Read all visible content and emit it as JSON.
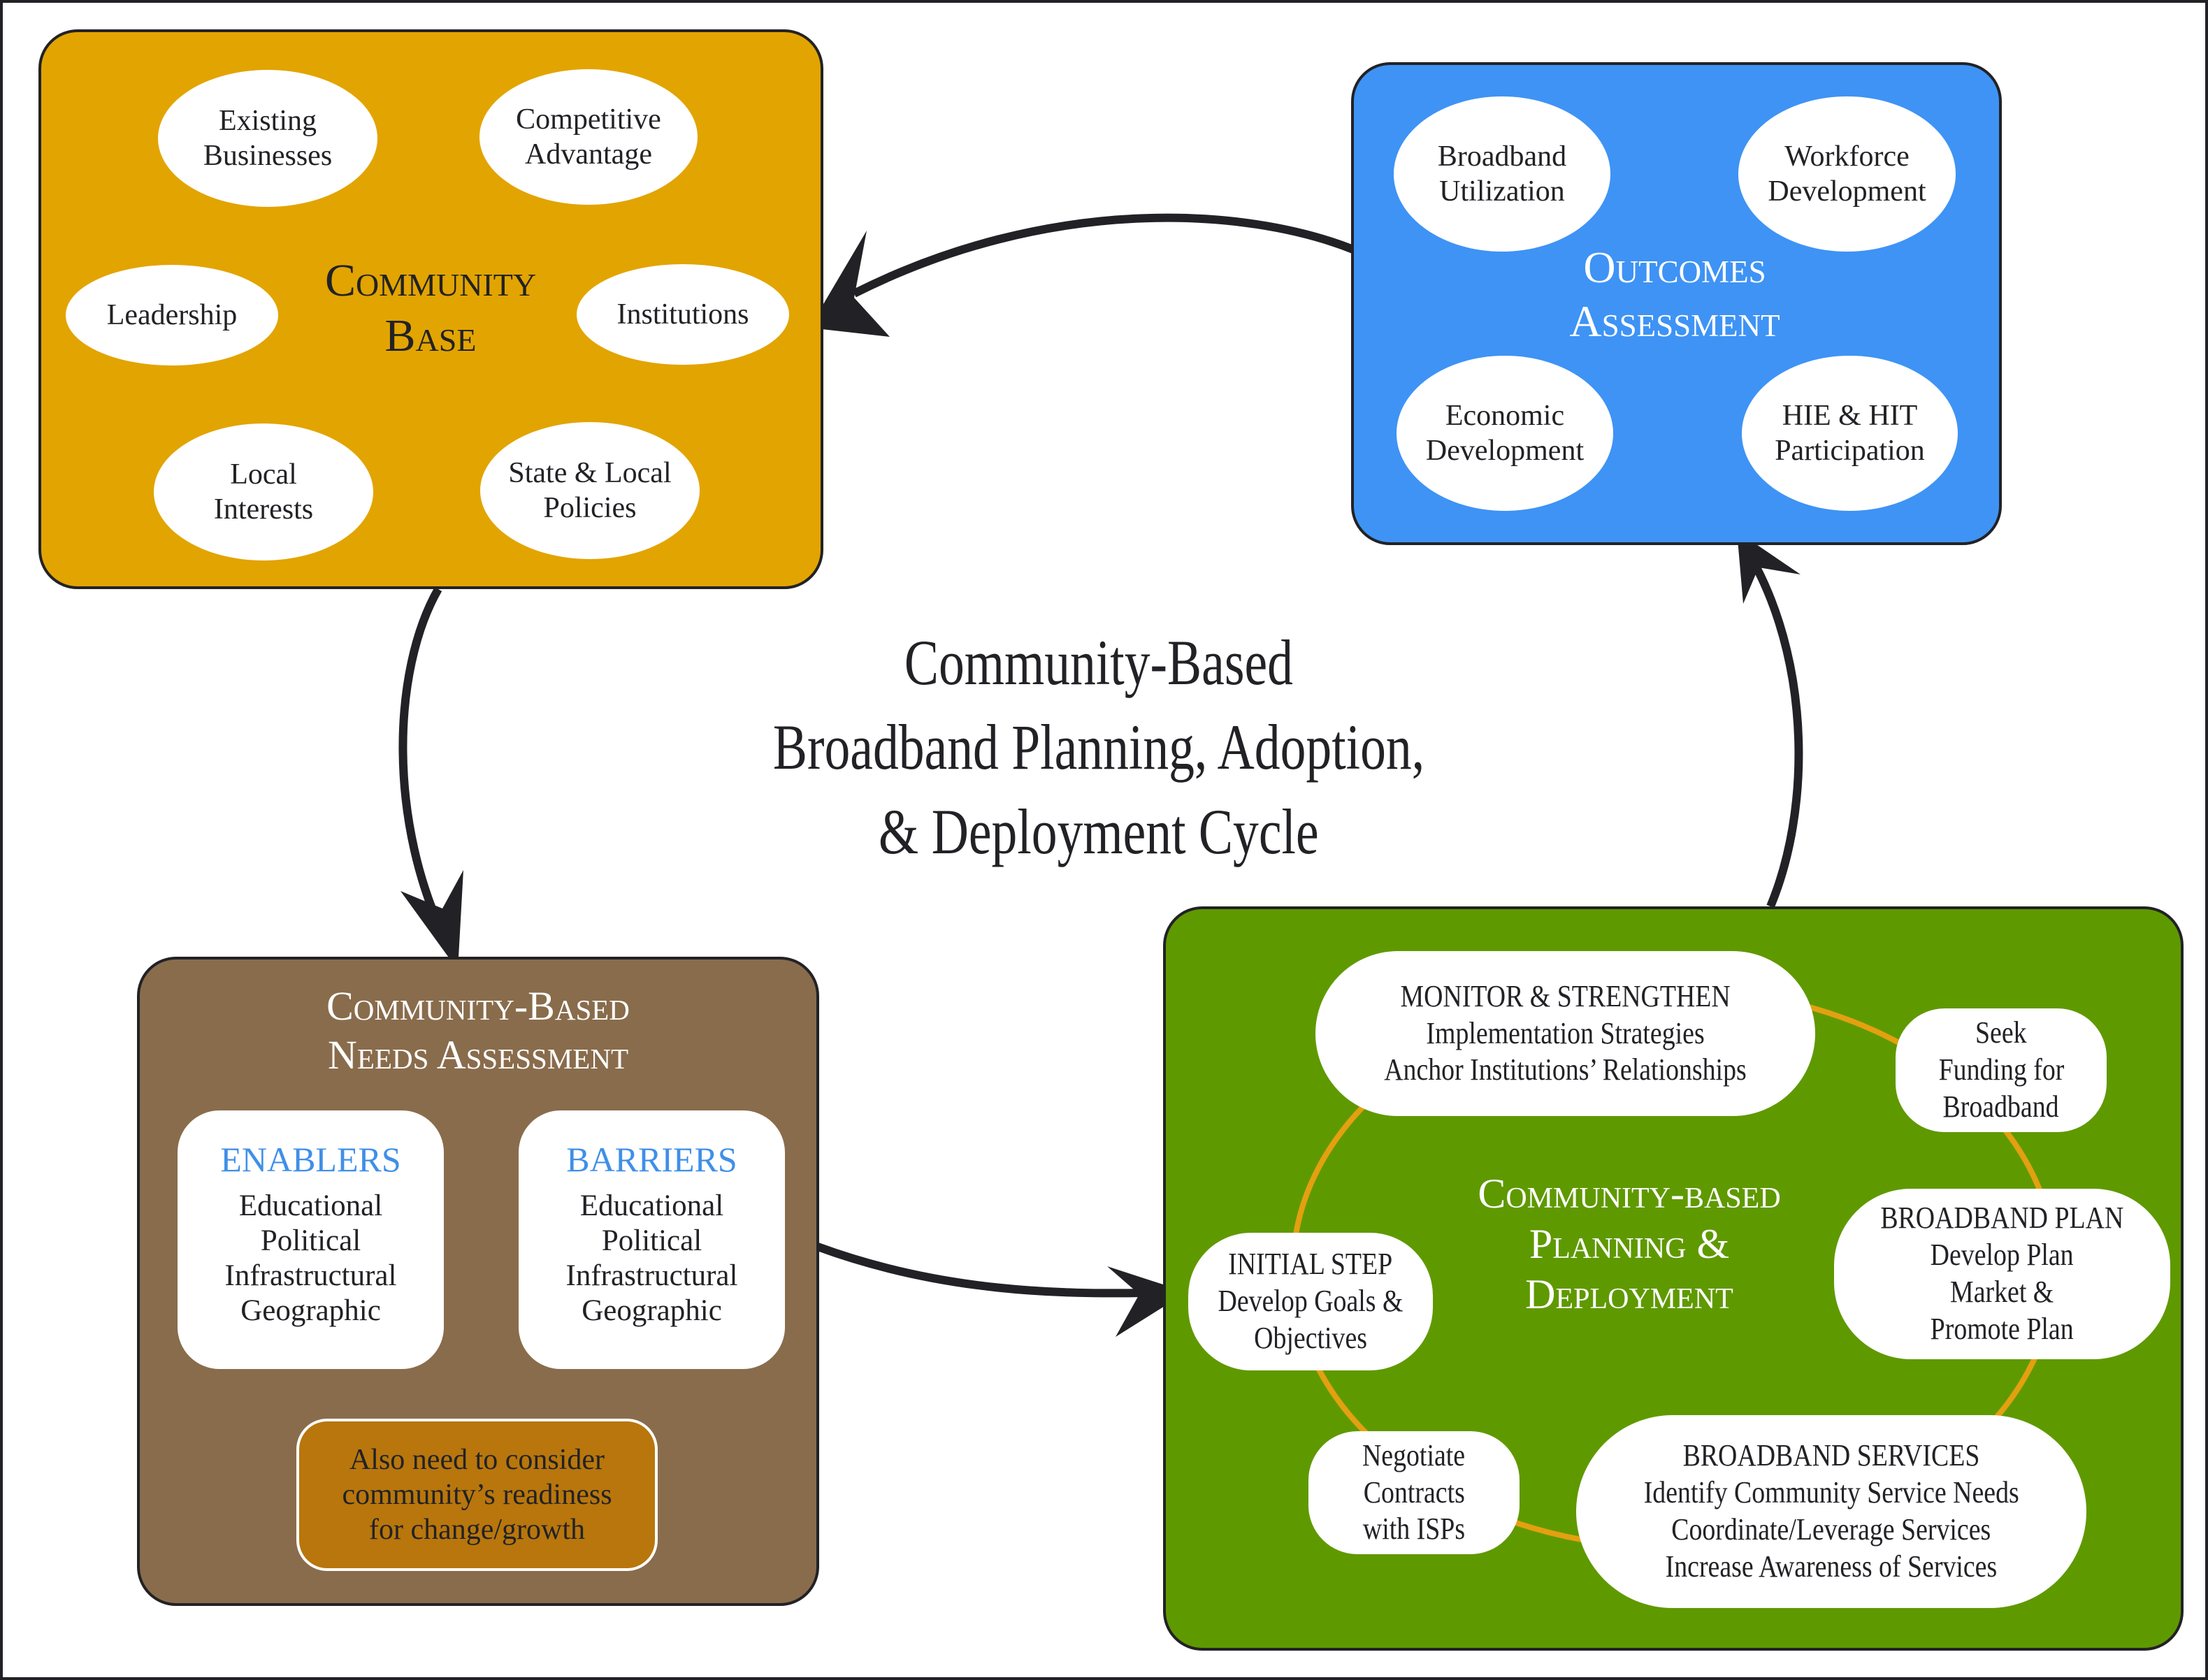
{
  "colors": {
    "community_base": "#E2A400",
    "outcomes": "#3E93F5",
    "needs": "#896C4C",
    "note": "#B8760C",
    "planning": "#5F9900",
    "ring": "#E3A010",
    "heading_blue": "#3F8FE8",
    "ink": "#222226"
  },
  "center_title": {
    "lines": [
      "Community-Based",
      "Broadband Planning, Adoption,",
      "& Deployment Cycle"
    ]
  },
  "community_base": {
    "title_lines": [
      "Community",
      "Base"
    ],
    "items": [
      {
        "lines": [
          "Existing",
          "Businesses"
        ]
      },
      {
        "lines": [
          "Competitive",
          "Advantage"
        ]
      },
      {
        "lines": [
          "Leadership"
        ]
      },
      {
        "lines": [
          "Institutions"
        ]
      },
      {
        "lines": [
          "Local",
          "Interests"
        ]
      },
      {
        "lines": [
          "State & Local",
          "Policies"
        ]
      }
    ]
  },
  "outcomes_assessment": {
    "title_lines": [
      "Outcomes",
      "Assessment"
    ],
    "items": [
      {
        "lines": [
          "Broadband",
          "Utilization"
        ]
      },
      {
        "lines": [
          "Workforce",
          "Development"
        ]
      },
      {
        "lines": [
          "Economic",
          "Development"
        ]
      },
      {
        "lines": [
          "HIE & HIT",
          "Participation"
        ]
      }
    ]
  },
  "needs_assessment": {
    "title_lines": [
      "Community-Based",
      "Needs Assessment"
    ],
    "enablers": {
      "heading": "ENABLERS",
      "items": [
        "Educational",
        "Political",
        "Infrastructural",
        "Geographic"
      ]
    },
    "barriers": {
      "heading": "BARRIERS",
      "items": [
        "Educational",
        "Political",
        "Infrastructural",
        "Geographic"
      ]
    },
    "note_lines": [
      "Also need to consider",
      "community’s readiness",
      "for change/growth"
    ]
  },
  "planning_deployment": {
    "title_lines": [
      "Community-based",
      "Planning &",
      "Deployment"
    ],
    "steps": {
      "monitor": {
        "heading": "MONITOR & STRENGTHEN",
        "lines": [
          "Implementation Strategies",
          "Anchor Institutions’ Relationships"
        ]
      },
      "seek_funding": {
        "heading": "",
        "lines": [
          "Seek",
          "Funding for",
          "Broadband"
        ]
      },
      "broadband_plan": {
        "heading": "BROADBAND PLAN",
        "lines": [
          "Develop Plan",
          "Market &",
          "Promote Plan"
        ]
      },
      "broadband_services": {
        "heading": "BROADBAND SERVICES",
        "lines": [
          "Identify Community Service Needs",
          "Coordinate/Leverage Services",
          "Increase Awareness of Services"
        ]
      },
      "negotiate": {
        "heading": "",
        "lines": [
          "Negotiate",
          "Contracts",
          "with ISPs"
        ]
      },
      "initial_step": {
        "heading": "INITIAL STEP",
        "lines": [
          "Develop Goals &",
          "Objectives"
        ]
      }
    }
  },
  "flow": [
    {
      "from": "community_base",
      "to": "needs_assessment"
    },
    {
      "from": "needs_assessment",
      "to": "planning_deployment"
    },
    {
      "from": "planning_deployment",
      "to": "outcomes_assessment"
    },
    {
      "from": "outcomes_assessment",
      "to": "community_base"
    }
  ]
}
